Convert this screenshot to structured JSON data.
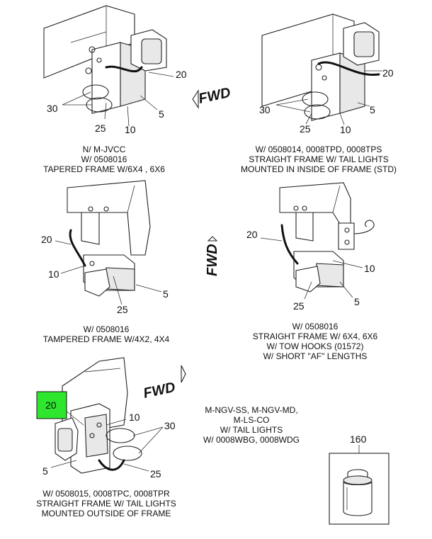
{
  "panels": {
    "p1": {
      "caption": [
        "N/ M-JVCC",
        "W/ 0508016",
        "TAPERED FRAME W/6X4 , 6X6"
      ],
      "callouts": [
        "20",
        "30",
        "5",
        "25",
        "10"
      ],
      "fwd": "FWD"
    },
    "p2": {
      "caption": [
        "W/ 0508014, 0008TPD, 0008TPS",
        "STRAIGHT FRAME W/ TAIL LIGHTS",
        "MOUNTED IN INSIDE OF FRAME (STD)"
      ],
      "callouts": [
        "20",
        "30",
        "5",
        "25",
        "10"
      ]
    },
    "p3": {
      "caption": [
        "W/ 0508016",
        "TAMPERED FRAME W/4X2, 4X4"
      ],
      "callouts": [
        "20",
        "10",
        "5",
        "25"
      ],
      "fwd": "FWD"
    },
    "p4": {
      "caption": [
        "W/ 0508016",
        "STRAIGHT FRAME W/ 6X4, 6X6",
        "W/ TOW HOOKS (01572)",
        "W/ SHORT \"AF\" LENGTHS"
      ],
      "callouts": [
        "20",
        "10",
        "25",
        "5"
      ]
    },
    "p5": {
      "caption": [
        "W/ 0508015, 0008TPC, 0008TPR",
        "STRAIGHT FRAME W/ TAIL LIGHTS",
        "MOUNTED OUTSIDE OF FRAME"
      ],
      "callouts": [
        "20",
        "10",
        "30",
        "5",
        "25"
      ],
      "fwd": "FWD",
      "highlight_color": "#2ee62e"
    },
    "p6": {
      "caption": [
        "M-NGV-SS, M-NGV-MD,",
        "M-LS-CO",
        "W/ TAIL LIGHTS",
        "W/ 0008WBG, 0008WDG"
      ]
    },
    "kit": {
      "callout": "160"
    }
  }
}
